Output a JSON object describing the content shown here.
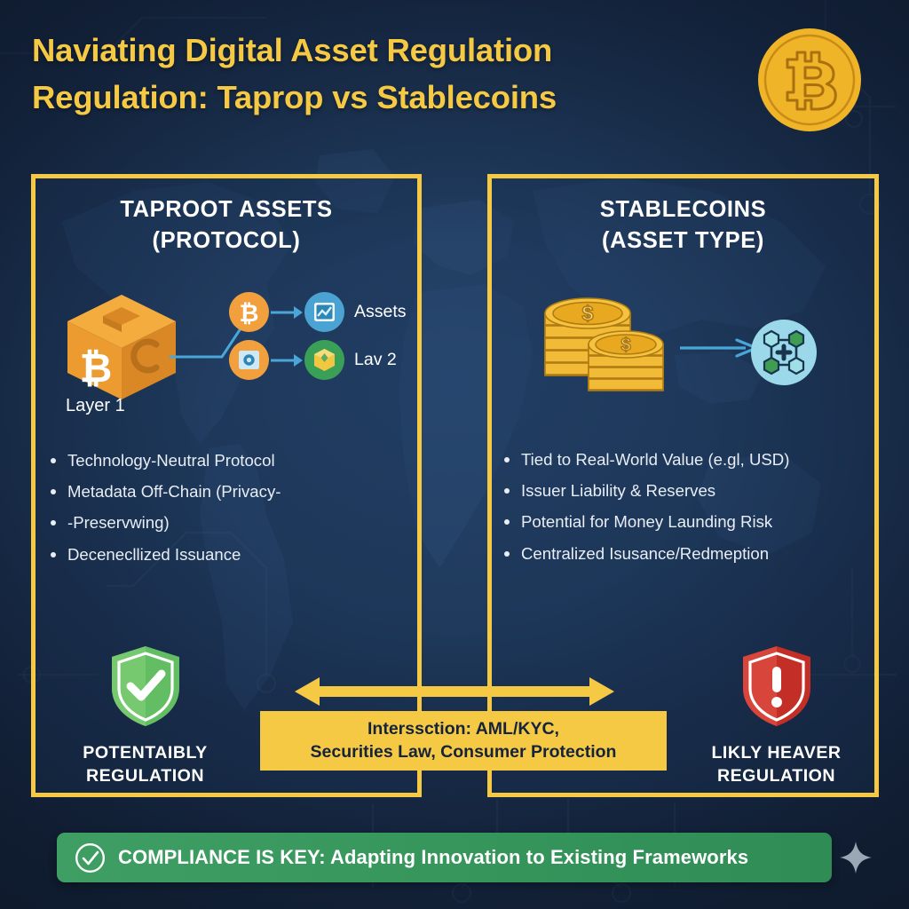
{
  "title": {
    "line1": "Naviating Digital Asset Regulation",
    "line2": "Regulation: Taprop vs Stablecoins"
  },
  "brand_icon": "bitcoin-coin-icon",
  "colors": {
    "background": "#1d3557",
    "accent_yellow": "#f6c945",
    "panel_border": "#f6c945",
    "green": "#3e9e63",
    "red": "#d0342c",
    "blue": "#4ba3d3",
    "orange": "#f2a03d",
    "text": "#ffffff"
  },
  "panels": [
    {
      "id": "taproot",
      "title_line1": "TAPROOT ASSETS",
      "title_line2": "(PROTOCOL)",
      "diagram": {
        "cube_label": "Layer 1",
        "cube_icon": "bitcoin-cube-icon",
        "rows": [
          {
            "source_icon": "bitcoin-circle-icon",
            "target_icon": "assets-chart-icon",
            "label": "Assets"
          },
          {
            "source_icon": "vault-circle-icon",
            "target_icon": "package-cube-icon",
            "label": "Lav 2"
          }
        ]
      },
      "bullets": [
        "Technology-Neutral Protocol",
        "Metadata Off-Chain (Privacy-",
        "-Preservwing)",
        "Decenecllized Issuance"
      ],
      "verdict": {
        "icon": "shield-check-icon",
        "icon_color": "#56b35e",
        "line1": "POTENTAIBLY",
        "line2": "REGULATION"
      }
    },
    {
      "id": "stablecoins",
      "title_line1": "STABLECOINS",
      "title_line2": "(ASSET TYPE)",
      "diagram": {
        "source_icon": "coin-stack-icon",
        "arrow_icon": "arrow-right-icon",
        "target_icon": "network-nodes-icon"
      },
      "bullets": [
        "Tied to Real-World Value (e.gl, USD)",
        "Issuer Liability & Reserves",
        "Potential for Money Launding Risk",
        "Centralized Isusance/Redmeption"
      ],
      "verdict": {
        "icon": "shield-alert-icon",
        "icon_color": "#d0342c",
        "line1": "LIKLY HEAVER",
        "line2": "REGULATION"
      }
    }
  ],
  "intersection": {
    "arrow_icon": "double-arrow-horizontal-icon",
    "line1": "Interssction: AML/KYC,",
    "line2": "Securities Law, Consumer Protection"
  },
  "footer": {
    "icon": "check-circle-icon",
    "text": "COMPLIANCE IS KEY: Adapting Innovation to Existing Frameworks",
    "decoration_icon": "sparkle-icon"
  }
}
